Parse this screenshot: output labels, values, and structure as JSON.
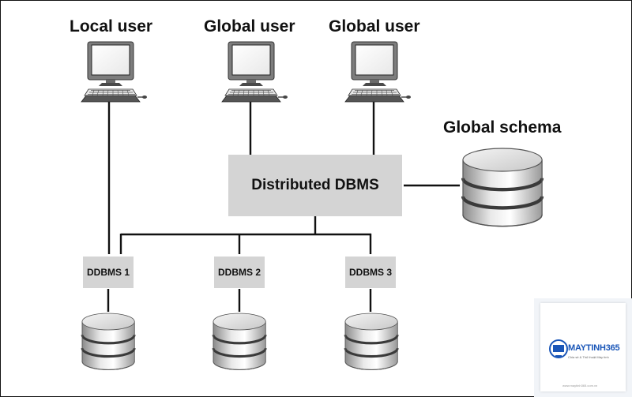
{
  "users": [
    {
      "label": "Local user"
    },
    {
      "label": "Global user"
    },
    {
      "label": "Global user"
    }
  ],
  "central": {
    "label": "Distributed DBMS"
  },
  "schema": {
    "label": "Global schema"
  },
  "nodes": [
    {
      "label": "DDBMS 1"
    },
    {
      "label": "DDBMS 2"
    },
    {
      "label": "DDBMS 3"
    }
  ],
  "watermark": {
    "brand": "MAYTINH365",
    "tagline": "Chia sẻ & Thủ thuật Máy tính",
    "url": "www.maytinh365.com.vn"
  },
  "colors": {
    "box_fill": "#d4d4d4",
    "line": "#111111",
    "brand": "#1a56b8"
  }
}
